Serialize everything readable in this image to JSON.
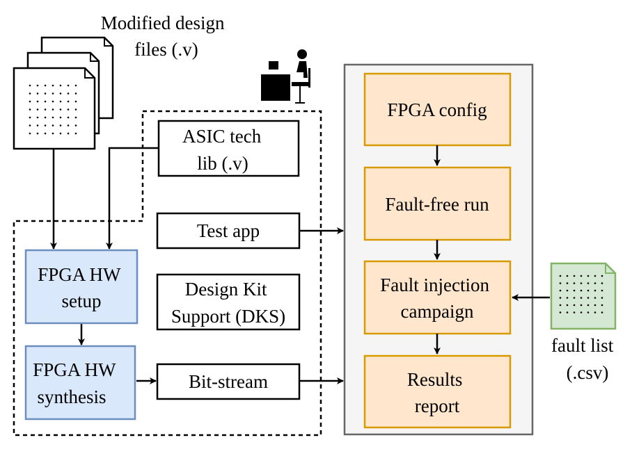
{
  "labels": {
    "design_files": [
      "Modified design",
      "files (.v)"
    ],
    "asic_lib": [
      "ASIC tech",
      "lib (.v)"
    ],
    "test_app": "Test app",
    "dks": [
      "Design Kit",
      "Support (DKS)"
    ],
    "bitstream": "Bit-stream",
    "hw_setup": [
      "FPGA HW",
      "setup"
    ],
    "hw_synthesis": [
      "FPGA HW",
      "synthesis"
    ],
    "fpga_config": "FPGA config",
    "fault_free": "Fault-free run",
    "fault_injection": [
      "Fault injection",
      "campaign"
    ],
    "results": [
      "Results",
      "report"
    ],
    "fault_list": [
      "fault list",
      "(.csv)"
    ]
  },
  "colors": {
    "blue_fill": "#dae8fc",
    "blue_stroke": "#6c8ebf",
    "orange_fill": "#ffe6cc",
    "orange_stroke": "#d79b00",
    "green_fill": "#d5e8d4",
    "green_stroke": "#82b366",
    "panel_fill": "#f5f5f5",
    "panel_stroke": "#666666"
  },
  "icons": [
    "document-stack-icon",
    "user-at-desk-icon",
    "csv-document-icon"
  ]
}
